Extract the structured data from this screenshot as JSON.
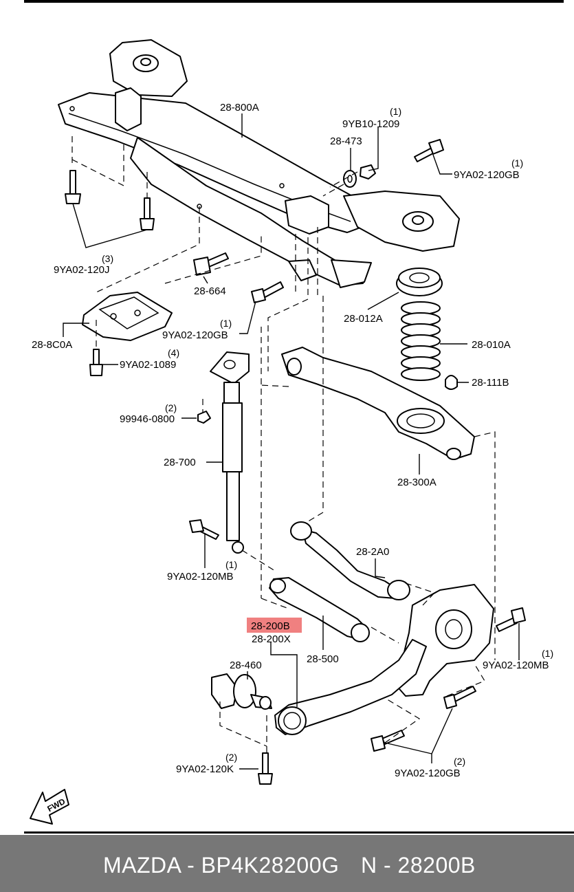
{
  "labels": {
    "p800a": "28-800A",
    "p9yb10": "9YB10-1209",
    "p9yb10_qty": "(1)",
    "p473": "28-473",
    "p9ya_gb_top": "9YA02-120GB",
    "p9ya_gb_top_qty": "(1)",
    "p9ya_j": "9YA02-120J",
    "p9ya_j_qty": "(3)",
    "p664": "28-664",
    "p012a": "28-012A",
    "p9ya_gb_mid": "9YA02-120GB",
    "p9ya_gb_mid_qty": "(1)",
    "p8c0a": "28-8C0A",
    "p010a": "28-010A",
    "p1089": "9YA02-1089",
    "p1089_qty": "(4)",
    "p111b": "28-111B",
    "p99946": "99946-0800",
    "p99946_qty": "(2)",
    "p700": "28-700",
    "p300a": "28-300A",
    "p2a0": "28-2A0",
    "p9ya_mb_left": "9YA02-120MB",
    "p9ya_mb_left_qty": "(1)",
    "p200b": "28-200B",
    "p200x": "28-200X",
    "p500": "28-500",
    "p9ya_mb_right": "9YA02-120MB",
    "p9ya_mb_right_qty": "(1)",
    "p460": "28-460",
    "p9ya_k": "9YA02-120K",
    "p9ya_k_qty": "(2)",
    "p9ya_gb_bot": "9YA02-120GB",
    "p9ya_gb_bot_qty": "(2)",
    "fwd": "FWD"
  },
  "highlight_color": "#f08080",
  "footer": {
    "brand_part": "MAZDA - BP4K28200G",
    "number": "N - 28200B",
    "background": "#777777"
  }
}
